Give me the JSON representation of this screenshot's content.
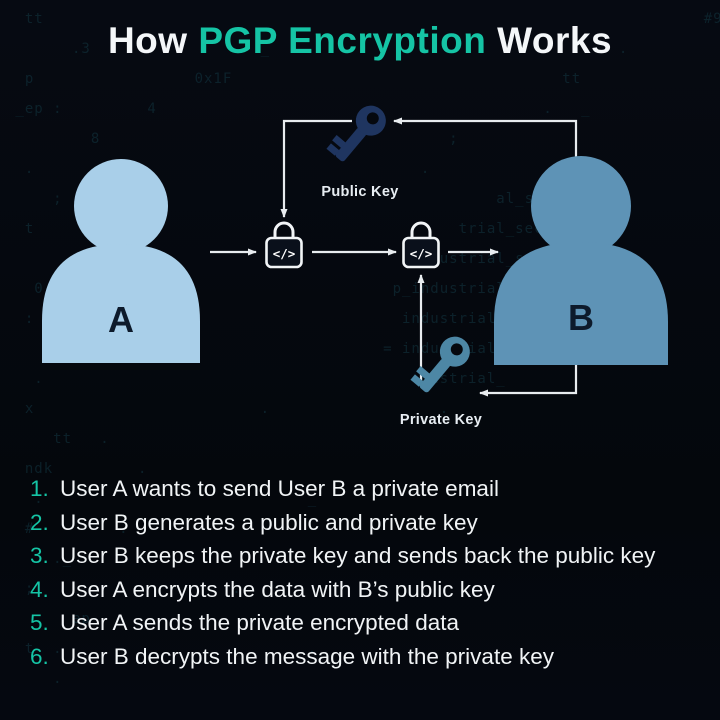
{
  "title": {
    "prefix": "How ",
    "highlight": "PGP Encryption",
    "suffix": " Works"
  },
  "diagram": {
    "user_a_label": "A",
    "user_b_label": "B",
    "public_key_label": "Public Key",
    "private_key_label": "Private Key",
    "lock_glyph": "</>"
  },
  "steps": [
    {
      "num": "1.",
      "text": "User A wants to send User B a private email"
    },
    {
      "num": "2.",
      "text": "User B generates a public and private key"
    },
    {
      "num": "3.",
      "text": "User B keeps the private key and sends back the public key"
    },
    {
      "num": "4.",
      "text": "User A encrypts the data with B’s public key"
    },
    {
      "num": "5.",
      "text": "User A sends the private encrypted data"
    },
    {
      "num": "6.",
      "text": "User B decrypts the message with the private key"
    }
  ],
  "colors": {
    "background": "#05080e",
    "accent_teal": "#15c4a5",
    "user_a_fill": "#a9cfe9",
    "user_b_fill": "#5e93b6",
    "public_key_fill": "#1f3560",
    "private_key_fill": "#4d87a5",
    "arrow": "#e8ecef",
    "text": "#f1f4f6"
  },
  "background_code": "  tt                                                                      #9\n       .3                  _                                     .\n  p                 0x1F                                   tt\n _ep :         4                                         .   _\n         8                                     ;\n  .                                         .\n     ;                                              al_se\n  t                                             trial_sec  .\n        .                                   ndustrial_sec   .\n   0                                     p_industrial_se\n  :                                       industrialised .\n      _                                 = industrialised;\n   .                                        dustrial_\n  x                        .                  .\n     tt   .\n  ndk         .\n   .                            _\n  #         .\n     ._                                 .\n  ;                     .\n   .   ep\n  t  .                          .\n     ."
}
